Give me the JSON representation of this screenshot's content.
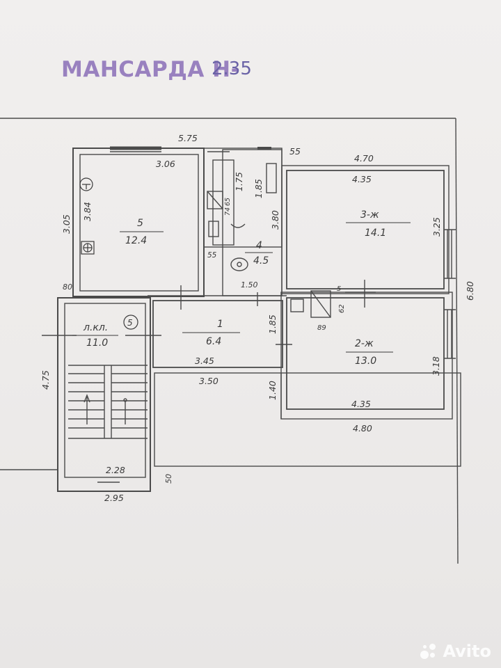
{
  "header": {
    "stamp_text": "МАНСАРДА Н-",
    "stamp_value": "2.35"
  },
  "rooms": [
    {
      "id": "5",
      "number": "5",
      "area": "12.4"
    },
    {
      "id": "4",
      "number": "4",
      "area": "4.5"
    },
    {
      "id": "3",
      "number": "3-ж",
      "area": "14.1"
    },
    {
      "id": "2",
      "number": "2-ж",
      "area": "13.0"
    },
    {
      "id": "1",
      "number": "1",
      "area": "6.4"
    },
    {
      "id": "stair",
      "number": "л.кл.",
      "area": "11.0",
      "badge": "5"
    }
  ],
  "dimensions": {
    "top_total": "5.75",
    "top_55": "55",
    "top_right": "4.70",
    "r5_top": "3.06",
    "r5_left_outer": "3.05",
    "r5_left_inner": "3.84",
    "bath_w": "1.75",
    "bath_h": "1.85",
    "small_65": "65",
    "small_74": "74",
    "r4_h": "3.80",
    "wall_55": "55",
    "r4_w": "1.50",
    "r3_top": "4.35",
    "r3_right": "3.25",
    "right_total": "6.80",
    "vent_5": "5",
    "vent_62": "62",
    "vent_89": "89",
    "corridor_185": "1.85",
    "r2_right": "3.18",
    "r2_bottom": "4.35",
    "bottom_right": "4.80",
    "r1_bottom": "3.45",
    "low_top": "3.50",
    "low_left": "1.40",
    "wall_80": "80",
    "stair_left": "4.75",
    "stair_bottom_inner": "2.28",
    "stair_bottom_outer": "2.95",
    "wall_50": "50"
  },
  "watermark": {
    "text": "Avito"
  }
}
